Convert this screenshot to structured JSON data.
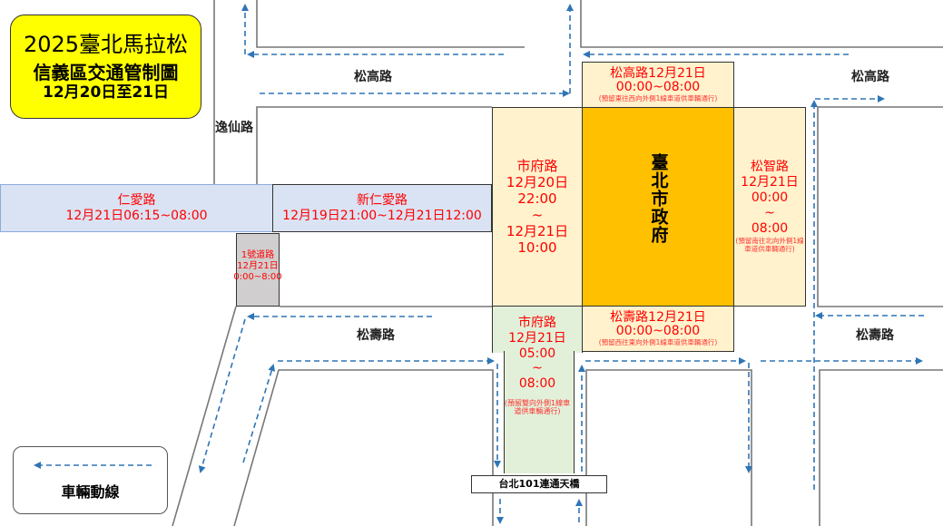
{
  "title": {
    "line1": "2025臺北馬拉松",
    "line2": "信義區交通管制圖",
    "line3": "12月20日至21日"
  },
  "roads": {
    "songgao_left": "松高路",
    "songgao_right": "松高路",
    "yixian": "逸仙路",
    "songshou_left": "松壽路",
    "songshou_right": "松壽路"
  },
  "closures": {
    "renai": {
      "name": "仁愛路",
      "time": "12月21日06:15~08:00"
    },
    "xinrenai": {
      "name": "新仁愛路",
      "time": "12月19日21:00~12月21日12:00"
    },
    "road1": {
      "name": "1號道路",
      "date": "12月21日",
      "time": "0:00~8:00"
    },
    "shifu_north": {
      "name": "市府路",
      "start_date": "12月20日",
      "start_time": "22:00",
      "sep": "~",
      "end_date": "12月21日",
      "end_time": "10:00"
    },
    "city_hall": {
      "name": "臺北市政府",
      "chars": [
        "臺",
        "北",
        "市",
        "政",
        "府"
      ]
    },
    "songzhi": {
      "name": "松智路",
      "date": "12月21日",
      "start": "00:00",
      "sep": "~",
      "end": "08:00",
      "note": "(預留南往北向外側1線車道供車輛通行)"
    },
    "songgao": {
      "title": "松高路12月21日",
      "time": "00:00~08:00",
      "note": "(預留東往西向外側1線車道供車輛通行)"
    },
    "songshou": {
      "title": "松壽路12月21日",
      "time": "00:00~08:00",
      "note": "(預留西往東向外側1線車道供車輛通行)"
    },
    "shifu_south": {
      "name": "市府路",
      "date": "12月21日",
      "start": "05:00",
      "sep": "~",
      "end": "08:00",
      "note": "(預留雙向外側1線車道供車輛通行)"
    }
  },
  "bridge": "台北101連通天橋",
  "legend": {
    "label": "車輛動線"
  },
  "colors": {
    "arrow": "#2e75b6",
    "title_bg": "#ffff00",
    "orange": "#ffc000",
    "cream": "#fff2cc",
    "green": "#e2f0d9",
    "blue": "#dae3f3",
    "gray": "#d0cece"
  }
}
